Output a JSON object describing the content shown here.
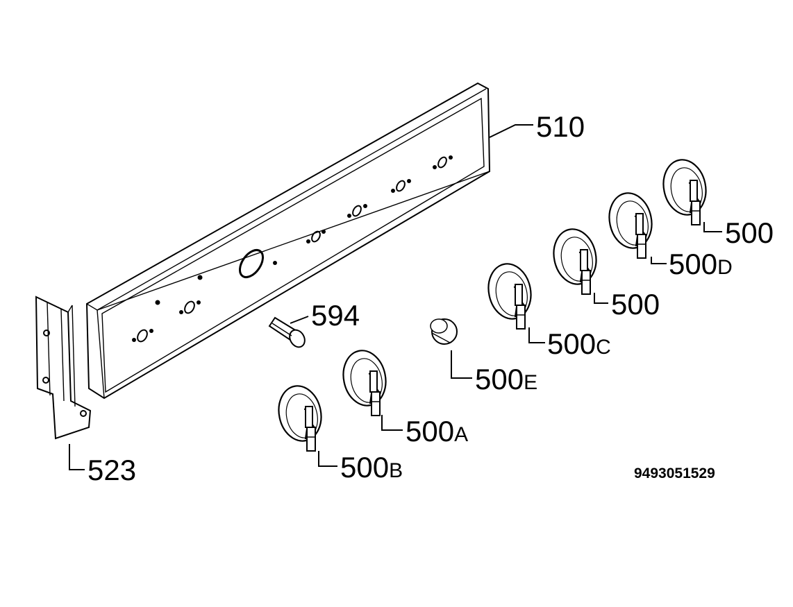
{
  "diagram": {
    "callouts": {
      "panel": "510",
      "bracket": "523",
      "switch": "594",
      "knob_e": {
        "num": "500",
        "suffix": "E"
      },
      "knob_a": {
        "num": "500",
        "suffix": "A"
      },
      "knob_b": {
        "num": "500",
        "suffix": "B"
      },
      "knob_c": {
        "num": "500",
        "suffix": "C"
      },
      "knob_d": {
        "num": "500",
        "suffix": "D"
      },
      "knob_plain_1": "500",
      "knob_plain_2": "500"
    },
    "drawing_number": "9493051529"
  }
}
